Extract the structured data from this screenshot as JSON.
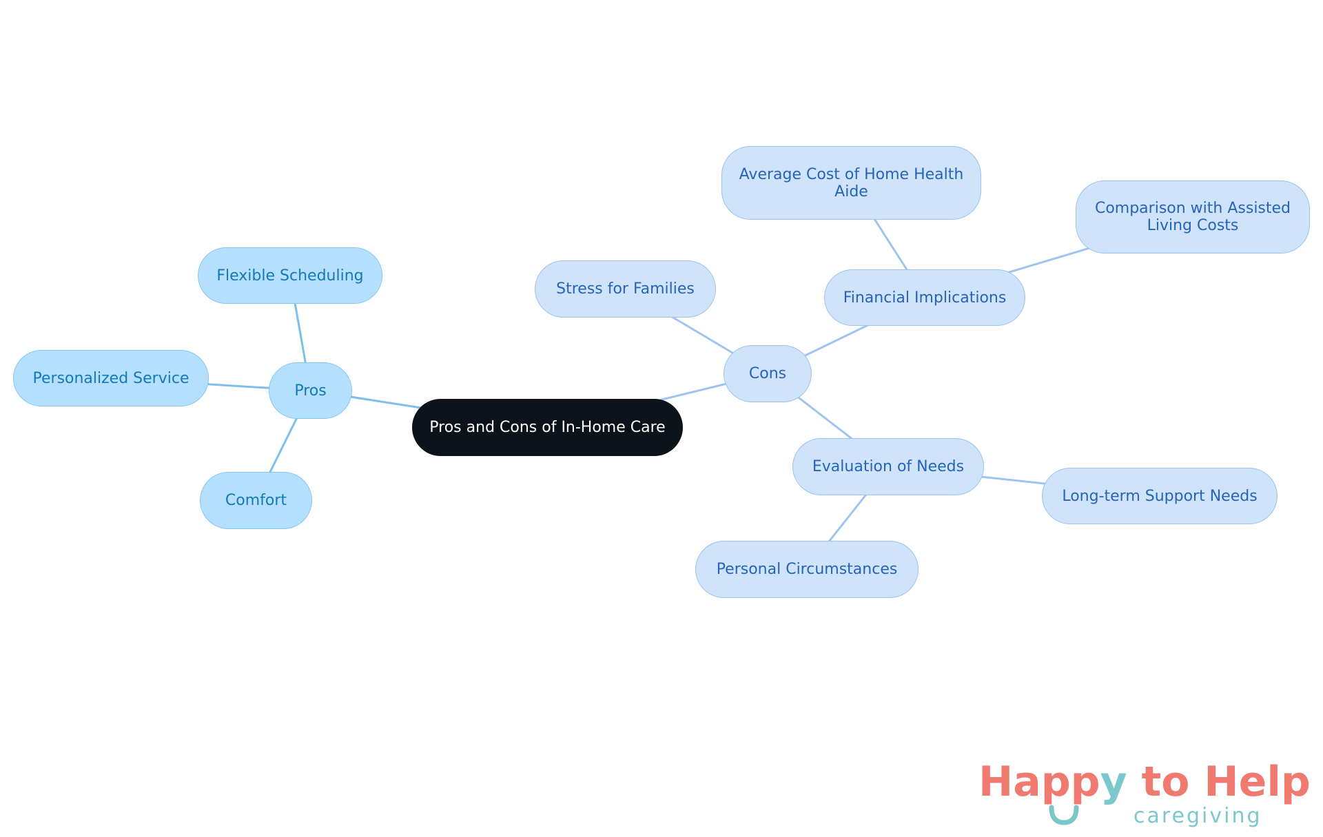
{
  "colors": {
    "root_fill": "#0d131b",
    "pros_fill": "#b5e0fd",
    "pros_text": "#1379b9",
    "pros_line": "#7cbfeb",
    "cons_fill": "#cfe3fb",
    "cons_text": "#2764b8",
    "cons_line": "#9ec4ef",
    "logo_coral": "#f07a70",
    "logo_teal": "#7cc7cc"
  },
  "mindmap": {
    "root": "Pros and Cons of In-Home Care",
    "pros": {
      "label": "Pros",
      "children": [
        "Flexible Scheduling",
        "Personalized Service",
        "Comfort"
      ]
    },
    "cons": {
      "label": "Cons",
      "stress": "Stress for Families",
      "financial": {
        "label": "Financial Implications",
        "children": [
          "Average Cost of Home Health Aide",
          "Comparison with Assisted Living Costs"
        ]
      },
      "evaluation": {
        "label": "Evaluation of Needs",
        "children": [
          "Long-term Support Needs",
          "Personal Circumstances"
        ]
      }
    }
  },
  "logo": {
    "line1_a": "Happ",
    "line1_b": "y",
    "line1_c": " to Help",
    "line2": "caregiving"
  }
}
